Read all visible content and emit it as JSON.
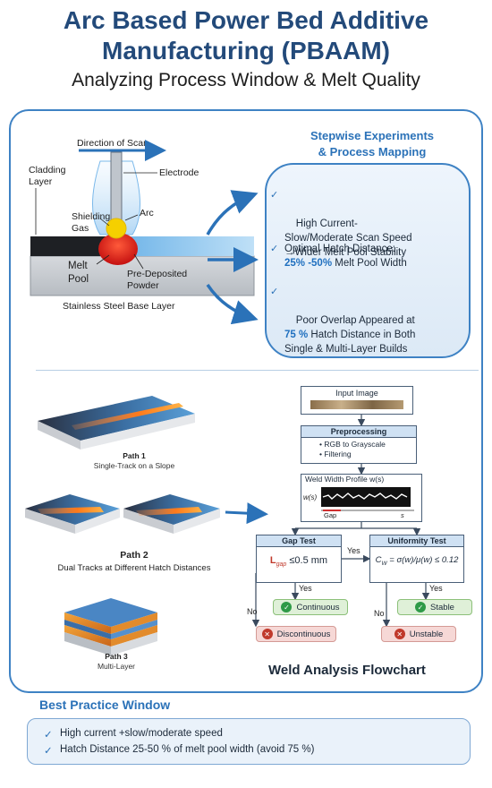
{
  "header": {
    "title_line1": "Arc Based Power Bed Additive",
    "title_line2": "Manufacturing (PBAAM)",
    "subtitle": "Analyzing Process Window & Melt Quality"
  },
  "schematic": {
    "direction_label": "Direction of Scan",
    "electrode_label": "Electrode",
    "cladding_label": "Cladding\nLayer",
    "shielding_label": "Shielding\nGas",
    "arc_label": "Arc",
    "melt_pool_label": "Melt\nPool",
    "powder_label": "Pre-Deposited\nPowder",
    "base_label": "Stainless Steel Base Layer"
  },
  "experiments": {
    "heading": "Stepwise Experiments\n& Process Mapping",
    "bullet1": "High Current-\nSlow/Moderate Scan Speed\n→Wider Melt Pool Stability",
    "bullet2_prefix": "Optimal Hatch Distance:",
    "bullet2_highlight": "25% -50%",
    "bullet2_suffix": " Melt Pool Width",
    "bullet3_prefix": "Poor Overlap Appeared at",
    "bullet3_highlight": "75 %",
    "bullet3_suffix": " Hatch Distance in Both\nSingle & Multi-Layer Builds"
  },
  "paths": {
    "path1_title": "Path 1",
    "path1_sub": "Single-Track on a Slope",
    "path2_title": "Path 2",
    "path2_sub": "Dual Tracks at Different Hatch Distances",
    "path3_title": "Path 3",
    "path3_sub": "Multi-Layer"
  },
  "flowchart": {
    "title": "Weld Analysis Flowchart",
    "input": "Input Image",
    "preprocessing": "Preprocessing",
    "pre_item1": "RGB to Grayscale",
    "pre_item2": "Filtering",
    "profile": "Weld Width Profile w(s)",
    "profile_y": "w(s)",
    "profile_gap": "Gap",
    "profile_s": "s",
    "gap_test": "Gap Test",
    "gap_formula": "L",
    "gap_sub": "gap",
    "gap_rest": " ≤0.5 mm",
    "uniformity_test": "Uniformity Test",
    "uni_formula": "C",
    "uni_sub": "W",
    "uni_rest": " = σ(w)/μ(w) ≤ 0.12",
    "yes1": "Yes",
    "yes2": "Yes",
    "yes3": "Yes",
    "no1": "No",
    "no2": "No",
    "continuous": "Continuous",
    "discontinuous": "Discontinuous",
    "stable": "Stable",
    "unstable": "Unstable"
  },
  "best_practice": {
    "title": "Best Practice Window",
    "item1": "High current +slow/moderate speed",
    "item2": "Hatch Distance 25-50 % of melt pool width (avoid 75 %)"
  },
  "colors": {
    "title_blue": "#234a7a",
    "accent_blue": "#2b72b8",
    "melt_red": "#e02020",
    "arc_yellow": "#f5d000",
    "success_green": "#2e9a47",
    "error_red": "#c0392b"
  }
}
